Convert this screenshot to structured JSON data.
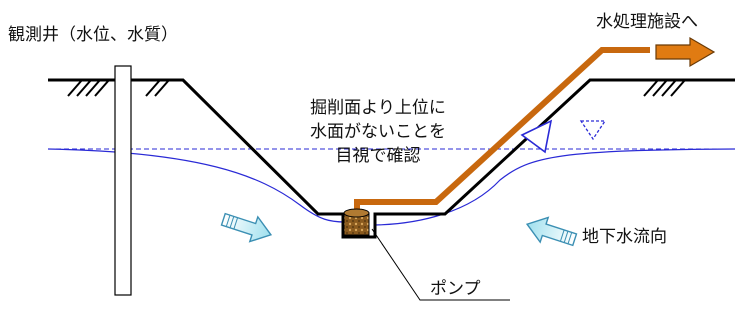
{
  "labels": {
    "observation_well": "観測井（水位、水質）",
    "treatment_facility": "水処理施設へ",
    "visual_check_lines": [
      "掘削面より上位に",
      "水面がないことを",
      "目視で確認"
    ],
    "groundwater_flow": "地下水流向",
    "pump": "ポンプ"
  },
  "colors": {
    "excavation_outline": "#000000",
    "discharge_pipe": "#c8680e",
    "water_table": "#2a2ad6",
    "flow_arrow_fill": "#aee7f2",
    "flow_arrow_stroke": "#3b8fb3",
    "pump_body": "#8a5a1e",
    "water_level_marker": "#2a2ad6"
  },
  "icons": {
    "water_level_symbol": "inverted-triangle",
    "hatch_symbol": "ground-hatch"
  }
}
